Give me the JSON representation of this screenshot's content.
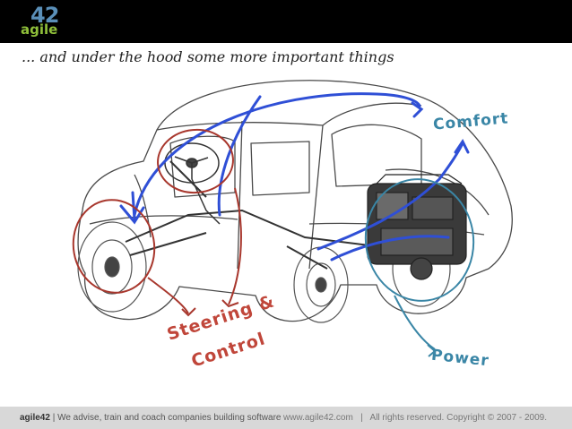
{
  "header": {
    "logo_number": "42",
    "logo_word": "agile"
  },
  "slide": {
    "subtitle": "... and under the hood some more important things",
    "labels": {
      "comfort": "Comfort",
      "power": "Power",
      "steering_line1": "Steering &",
      "steering_line2": "Control"
    }
  },
  "colors": {
    "header_bg": "#000000",
    "footer_bg": "#d8d8d8",
    "comfort_blue": "#2f4fd6",
    "power_teal": "#3a86a6",
    "steering_red": "#a8372d",
    "logo_green": "#8fbf3a",
    "logo_blue": "#5a8fb8"
  },
  "footer": {
    "brand": "agile42",
    "separator": " | ",
    "tagline": "We advise, train and coach companies building software",
    "url": "www.agile42.com",
    "divider": "|",
    "copyright": "All rights reserved. Copyright © 2007 - 2009."
  }
}
